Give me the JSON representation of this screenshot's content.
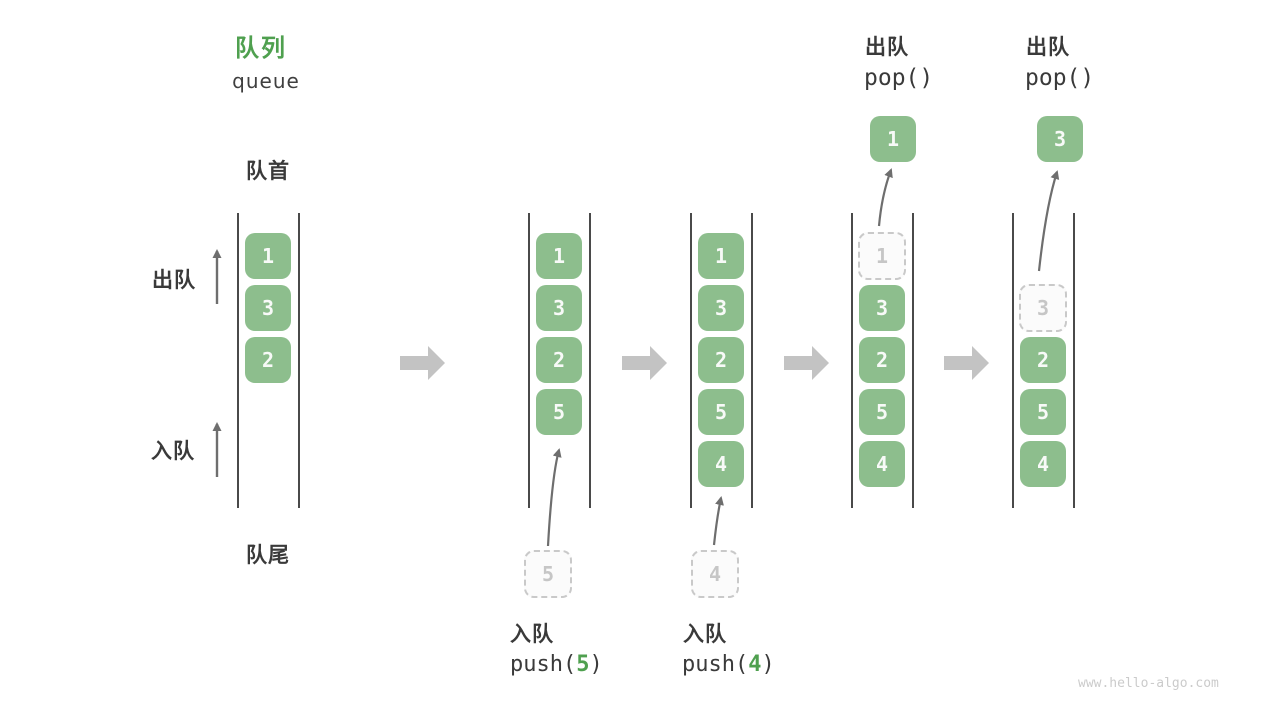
{
  "title": {
    "zh": "队列",
    "en": "queue"
  },
  "side": {
    "front": "队首",
    "rear": "队尾",
    "dequeue": "出队",
    "enqueue": "入队"
  },
  "queues": {
    "q1": {
      "items": [
        "1",
        "3",
        "2"
      ]
    },
    "q2": {
      "items": [
        "1",
        "3",
        "2",
        "5"
      ],
      "ghost_below": "5"
    },
    "q3": {
      "items": [
        "1",
        "3",
        "2",
        "5",
        "4"
      ],
      "ghost_below": "4"
    },
    "q4": {
      "ghost": "1",
      "items": [
        "3",
        "2",
        "5",
        "4"
      ],
      "popped": "1"
    },
    "q5": {
      "ghost": "3",
      "items": [
        "2",
        "5",
        "4"
      ],
      "popped": "3"
    }
  },
  "ops": {
    "push5": {
      "zh": "入队",
      "fn": "push(",
      "arg": "5",
      "close": ")"
    },
    "push4": {
      "zh": "入队",
      "fn": "push(",
      "arg": "4",
      "close": ")"
    },
    "pop_first": {
      "zh": "出队",
      "code": "pop()"
    },
    "pop_second": {
      "zh": "出队",
      "code": "pop()"
    }
  },
  "colors": {
    "box_green": "#8dbe8d",
    "accent_green": "#4fa04f",
    "wall_gray": "#4a4a4a",
    "arrow_gray": "#6e6e6e",
    "block_arrow_gray": "#c3c3c3"
  },
  "watermark": "www.hello-algo.com"
}
